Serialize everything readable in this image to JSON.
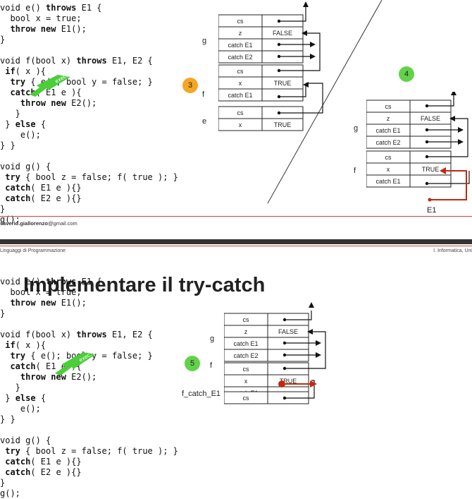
{
  "top": {
    "code_lines": [
      [
        "void e() ",
        {
          "k": "throws"
        },
        " E1 {"
      ],
      [
        "  bool x = true;"
      ],
      [
        "  ",
        {
          "k": "throw new"
        },
        " E1();"
      ],
      [
        "}"
      ],
      [
        ""
      ],
      [
        "void f(bool x) ",
        {
          "k": "throws"
        },
        " E1, E2 {"
      ],
      [
        " ",
        {
          "k": "if"
        },
        "( x ){"
      ],
      [
        "  ",
        {
          "k": "try"
        },
        " { e(); bool y = false; }"
      ],
      [
        "  ",
        {
          "k": "catch"
        },
        "( E1 e ){"
      ],
      [
        "    ",
        {
          "k": "throw new"
        },
        " E2();"
      ],
      [
        "   }"
      ],
      [
        " } ",
        {
          "k": "else"
        },
        " {"
      ],
      [
        "    e();"
      ],
      [
        "} }"
      ],
      [
        ""
      ],
      [
        "void g() {"
      ],
      [
        " ",
        {
          "k": "try"
        },
        " { bool z = false; f( true ); }"
      ],
      [
        " ",
        {
          "k": "catch"
        },
        "( E1 e ){}"
      ],
      [
        " ",
        {
          "k": "catch"
        },
        "( E2 e ){}"
      ],
      [
        "}"
      ],
      [
        "g();"
      ]
    ],
    "exec_point_label": "exec. point",
    "step_left": "3",
    "step_right": "4",
    "left_stack": {
      "frame_g": "g",
      "frame_f": "f",
      "frame_e": "e",
      "g_rows": [
        "cs",
        "z",
        "catch E1",
        "catch E2"
      ],
      "g_values": [
        "",
        "FALSE",
        "",
        ""
      ],
      "f_rows": [
        "cs",
        "x",
        "catch E1"
      ],
      "f_values": [
        "",
        "TRUE",
        ""
      ],
      "e_rows": [
        "cs",
        "x"
      ],
      "e_values": [
        "",
        "TRUE"
      ]
    },
    "right_stack": {
      "frame_g": "g",
      "frame_f": "f",
      "g_rows": [
        "cs",
        "z",
        "catch E1",
        "catch E2"
      ],
      "g_values": [
        "",
        "FALSE",
        "",
        ""
      ],
      "f_rows": [
        "cs",
        "x",
        "catch E1"
      ],
      "f_values": [
        "",
        "TRUE",
        ""
      ],
      "exception_label": "E1"
    }
  },
  "footer": {
    "author_name": "saverio.giallorenzo",
    "author_domain": "@gmail.com",
    "course": "Linguaggi di Programmazione",
    "department": "I. Informatica, Uni"
  },
  "bottom": {
    "title": "Implementare il try-catch",
    "code_lines": [
      [
        "void e() ",
        {
          "k": "throws"
        },
        " E1 {"
      ],
      [
        "  bool x = true;"
      ],
      [
        "  ",
        {
          "k": "throw new"
        },
        " E1();"
      ],
      [
        "}"
      ],
      [
        ""
      ],
      [
        "void f(bool x) ",
        {
          "k": "throws"
        },
        " E1, E2 {"
      ],
      [
        " ",
        {
          "k": "if"
        },
        "( x ){"
      ],
      [
        "  ",
        {
          "k": "try"
        },
        " { e(); bool y = false; }"
      ],
      [
        "  ",
        {
          "k": "catch"
        },
        "( E1 e ){"
      ],
      [
        "    ",
        {
          "k": "throw new"
        },
        " E2();"
      ],
      [
        "   }"
      ],
      [
        " } ",
        {
          "k": "else"
        },
        " {"
      ],
      [
        "    e();"
      ],
      [
        "} }"
      ],
      [
        ""
      ],
      [
        "void g() {"
      ],
      [
        " ",
        {
          "k": "try"
        },
        " { bool z = false; f( true ); }"
      ],
      [
        " ",
        {
          "k": "catch"
        },
        "( E1 e ){}"
      ],
      [
        " ",
        {
          "k": "catch"
        },
        "( E2 e ){}"
      ],
      [
        "}"
      ],
      [
        "g();"
      ]
    ],
    "exec_point_label": "exec. point",
    "step": "5",
    "stack": {
      "frame_g": "g",
      "frame_f": "f",
      "frame_catch": "f_catch_E1",
      "g_rows": [
        "cs",
        "z",
        "catch E1",
        "catch E2"
      ],
      "g_values": [
        "",
        "FALSE",
        "",
        ""
      ],
      "f_rows": [
        "cs",
        "x",
        "catch E1"
      ],
      "f_values": [
        "",
        "TRUE",
        ""
      ],
      "c_rows": [
        "cs"
      ],
      "c_values": [
        ""
      ]
    }
  },
  "colors": {
    "arrow_green": "#4ccd3a",
    "badge_orange": "#f5a623",
    "badge_green": "#62d24a",
    "red_arrow": "#c0290f",
    "footer_line": "#c7463a"
  }
}
